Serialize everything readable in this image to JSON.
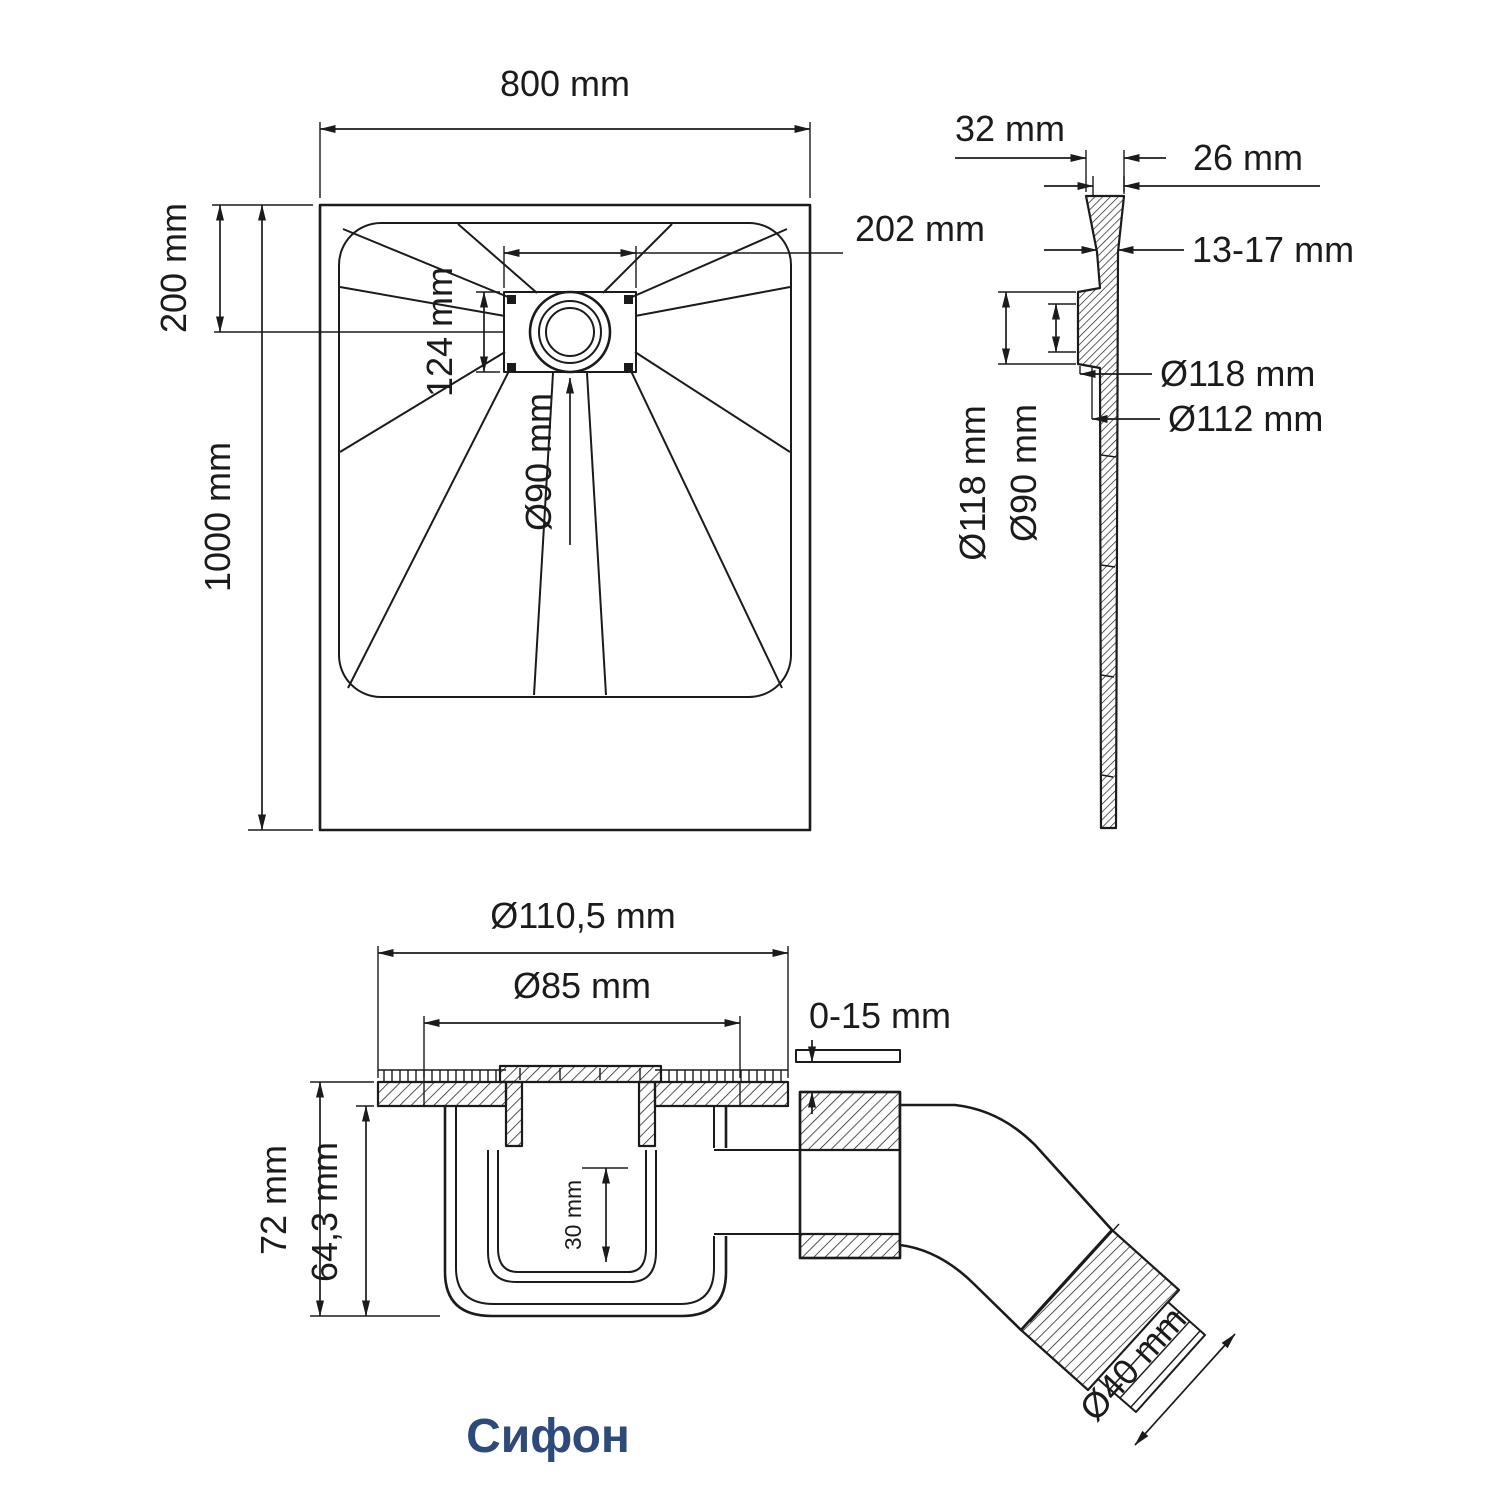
{
  "colors": {
    "ink": "#1b1b1b",
    "caption_blue": "#2e4a7a"
  },
  "tray_top_view": {
    "width": "800 mm",
    "length": "1000 mm",
    "drain_offset_from_top": "200 mm",
    "drain_plate_width": "202 mm",
    "drain_plate_depth": "124 mm",
    "drain_hole_diameter": "Ø90 mm"
  },
  "tray_side_view": {
    "overall_edge_height": "32 mm",
    "rim_width": "26 mm",
    "wall_thickness": "13-17 mm",
    "flange_outer_diameter": "Ø118 mm",
    "flange_inner_diameter": "Ø112 mm",
    "flange_outer_diameter_side": "Ø118 mm",
    "drain_hole_diameter_side": "Ø90 mm"
  },
  "siphon_view": {
    "caption": "Сифон",
    "top_flange_diameter": "Ø110,5 mm",
    "grate_diameter": "Ø85 mm",
    "height_adjustment": "0-15 mm",
    "total_height": "72 mm",
    "body_height": "64,3 mm",
    "water_seal_depth": "30 mm",
    "outlet_diameter": "Ø40 mm"
  }
}
